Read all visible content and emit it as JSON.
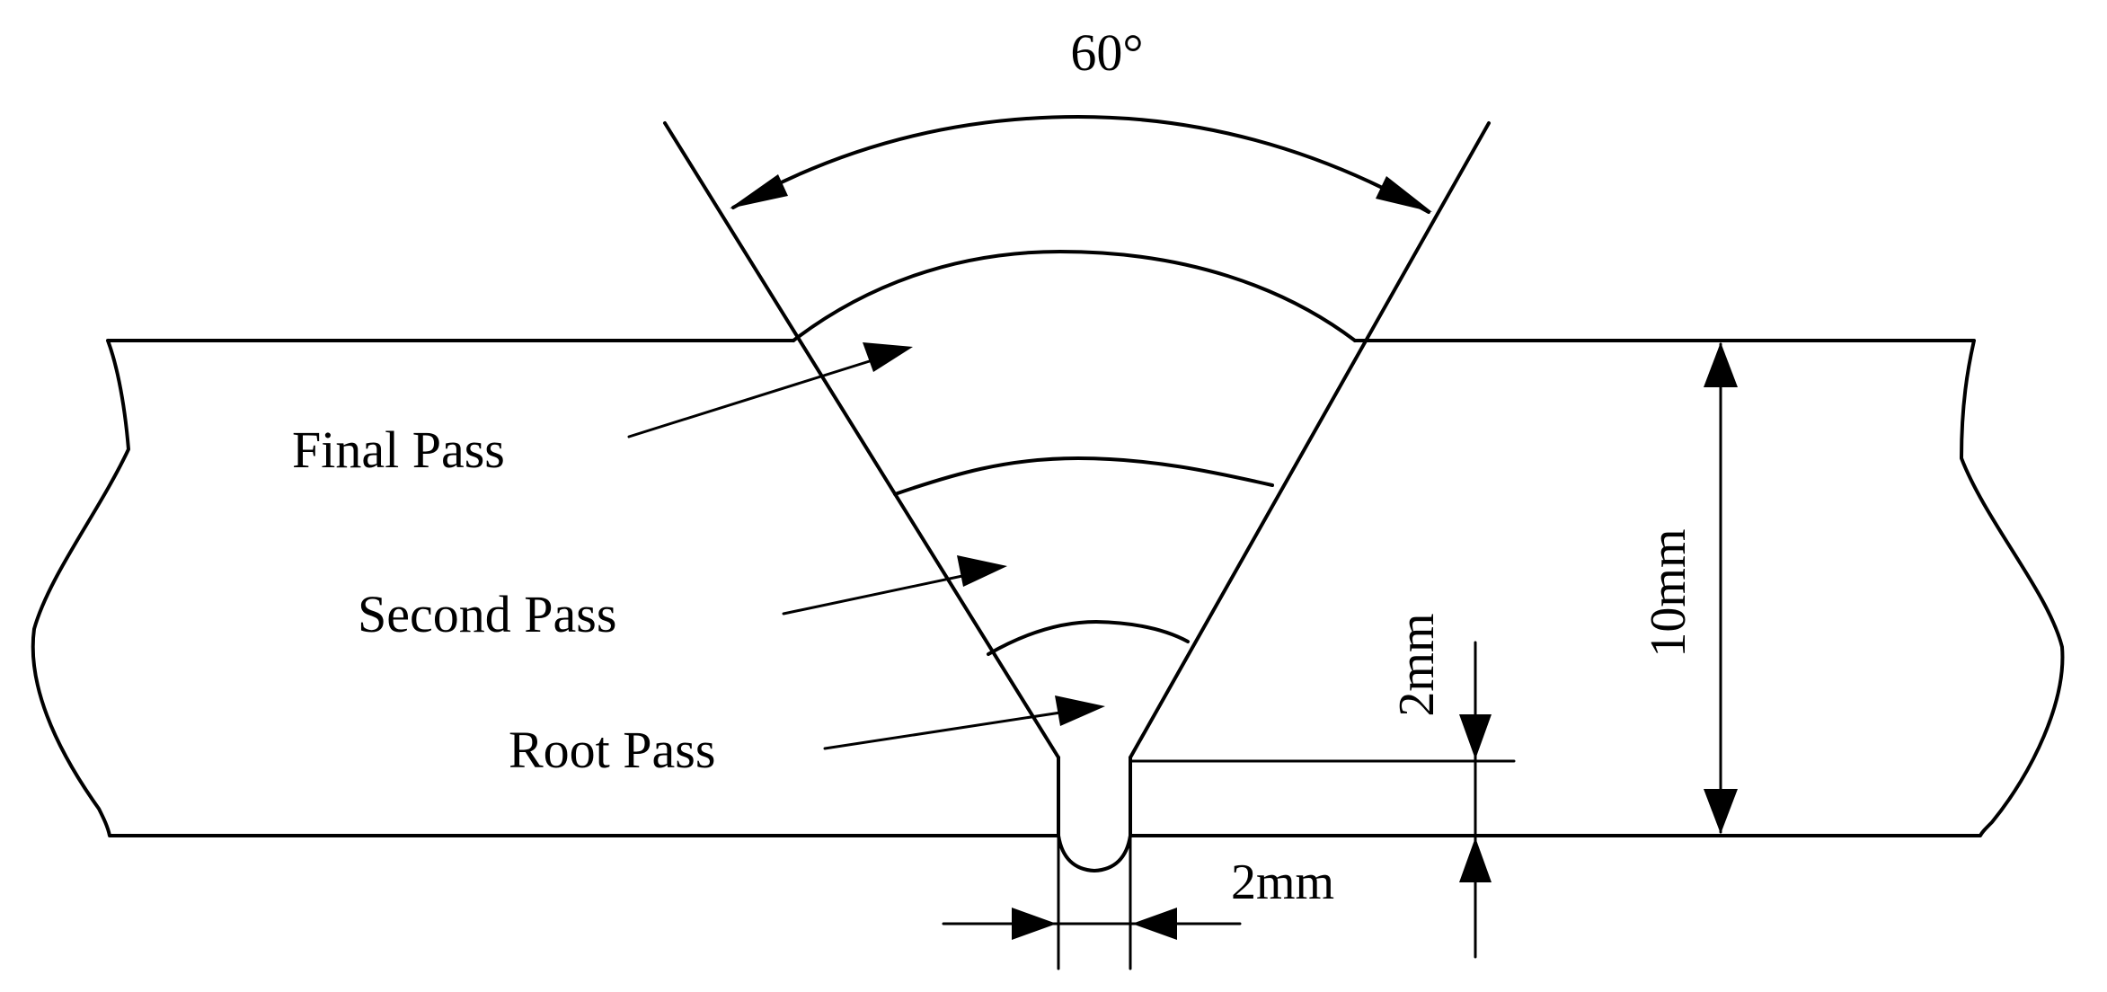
{
  "diagram": {
    "angle_label": "60°",
    "passes": {
      "final": "Final Pass",
      "second": "Second Pass",
      "root": "Root Pass"
    },
    "dimensions": {
      "thickness": "10mm",
      "root_face": "2mm",
      "root_gap": "2mm"
    }
  }
}
